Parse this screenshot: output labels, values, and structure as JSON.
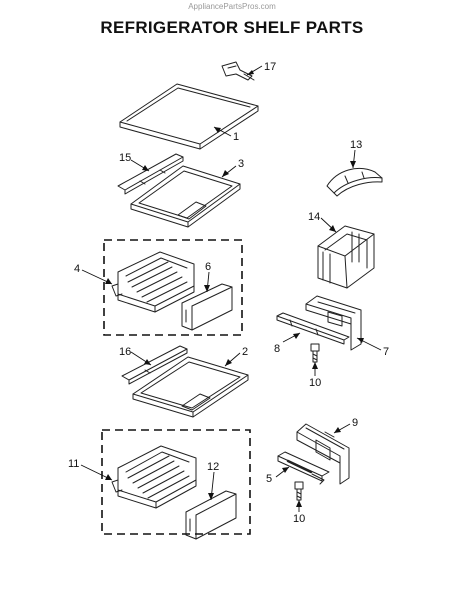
{
  "watermark": "AppliancePartsPros.com",
  "title": "REFRIGERATOR SHELF PARTS",
  "callouts": {
    "c1": "1",
    "c2": "2",
    "c3": "3",
    "c4": "4",
    "c5": "5",
    "c6": "6",
    "c7": "7",
    "c8": "8",
    "c9": "9",
    "c10a": "10",
    "c10b": "10",
    "c11": "11",
    "c12": "12",
    "c13": "13",
    "c14": "14",
    "c15": "15",
    "c16": "16",
    "c17": "17"
  }
}
